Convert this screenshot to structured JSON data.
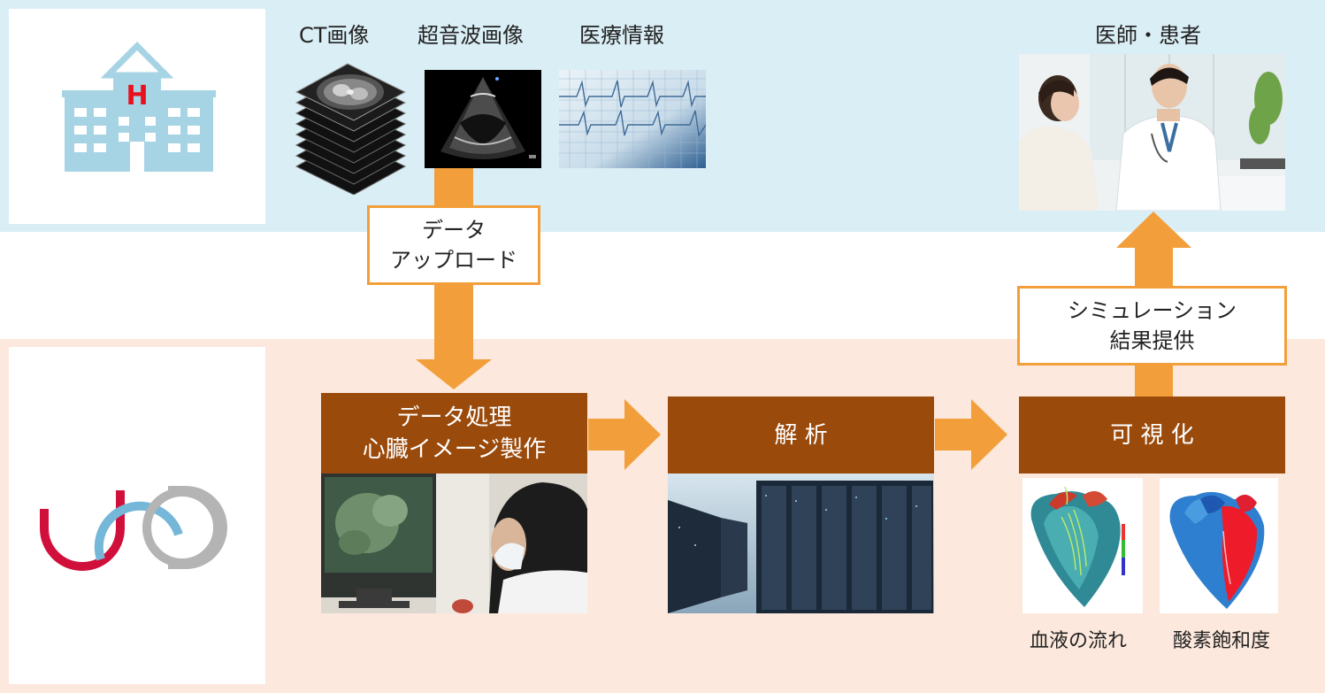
{
  "hospital": {
    "icon_letter": "H",
    "images": {
      "ct_label": "CT画像",
      "ultrasound_label": "超音波画像",
      "medical_info_label": "医療情報"
    },
    "doctor_patient_label": "医師・患者"
  },
  "flow": {
    "upload_box": {
      "line1": "データ",
      "line2": "アップロード"
    },
    "result_box": {
      "line1": "シミュレーション",
      "line2": "結果提供"
    },
    "step_processing": {
      "line1": "データ処理",
      "line2": "心臓イメージ製作"
    },
    "step_analysis": {
      "label": "解 析"
    },
    "step_visualization": {
      "label": "可 視 化"
    },
    "blood_flow_label": "血液の流れ",
    "oxygen_label": "酸素飽和度"
  },
  "colors": {
    "top_band": "#daeef5",
    "bottom_band": "#fce8dc",
    "arrow_orange": "#f29f3b",
    "step_brown": "#9a4a0b",
    "hospital_blue": "#a6d4e4",
    "hospital_red": "#e8101e",
    "logo_red": "#d0103a",
    "logo_blue": "#74b7d8",
    "logo_gray": "#b4b4b4"
  }
}
